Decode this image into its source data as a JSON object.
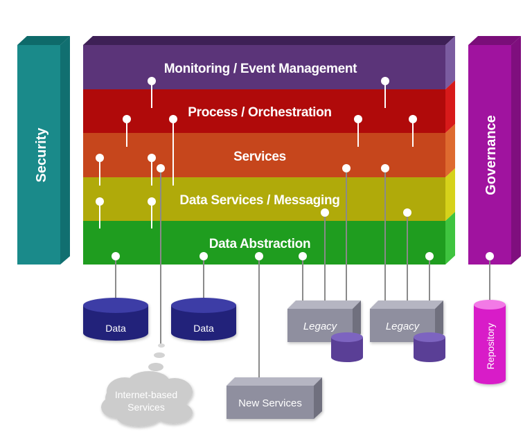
{
  "colors": {
    "monitoring": "#5b3479",
    "process": "#b00a0a",
    "services": "#c6461c",
    "data_services": "#b0aa0a",
    "data_abstraction": "#1f9d1f",
    "security": "#1a8a8a",
    "governance": "#a0139f",
    "database": "#2a2a8a",
    "legacy_box": "#8f8f9f",
    "small_db": "#6b4fa8",
    "repository": "#e02ad0",
    "cloud": "#cfcfcf"
  },
  "layers": {
    "monitoring": "Monitoring / Event Management",
    "process": "Process / Orchestration",
    "services": "Services",
    "data_services": "Data Services / Messaging",
    "data_abstraction": "Data Abstraction"
  },
  "pillars": {
    "security": "Security",
    "governance": "Governance"
  },
  "resources": {
    "data_1": "Data",
    "data_2": "Data",
    "legacy_1": "Legacy",
    "legacy_2": "Legacy",
    "new_services": "New Services",
    "internet_line1": "Internet-based",
    "internet_line2": "Services",
    "repository": "Repository"
  }
}
